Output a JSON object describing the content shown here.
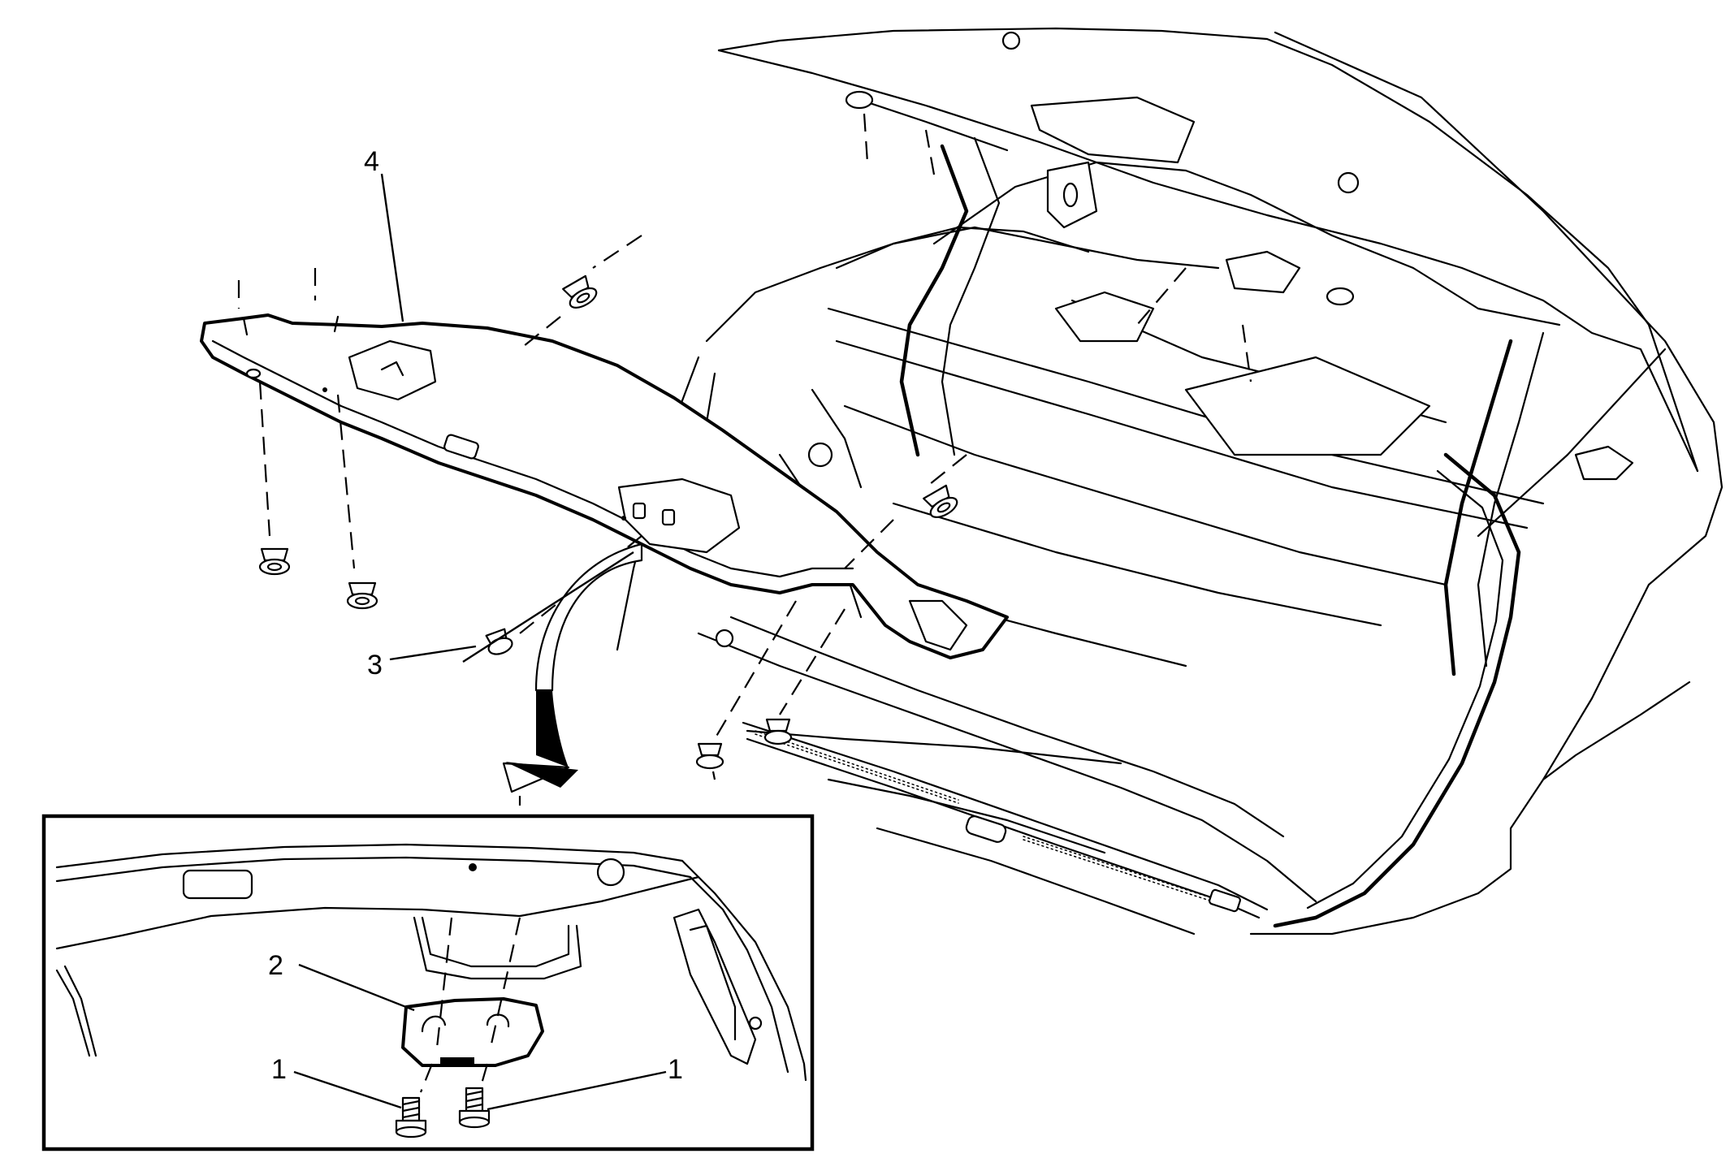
{
  "callouts": {
    "c1_left": "1",
    "c1_right": "1",
    "c2": "2",
    "c3": "3",
    "c4": "4"
  }
}
